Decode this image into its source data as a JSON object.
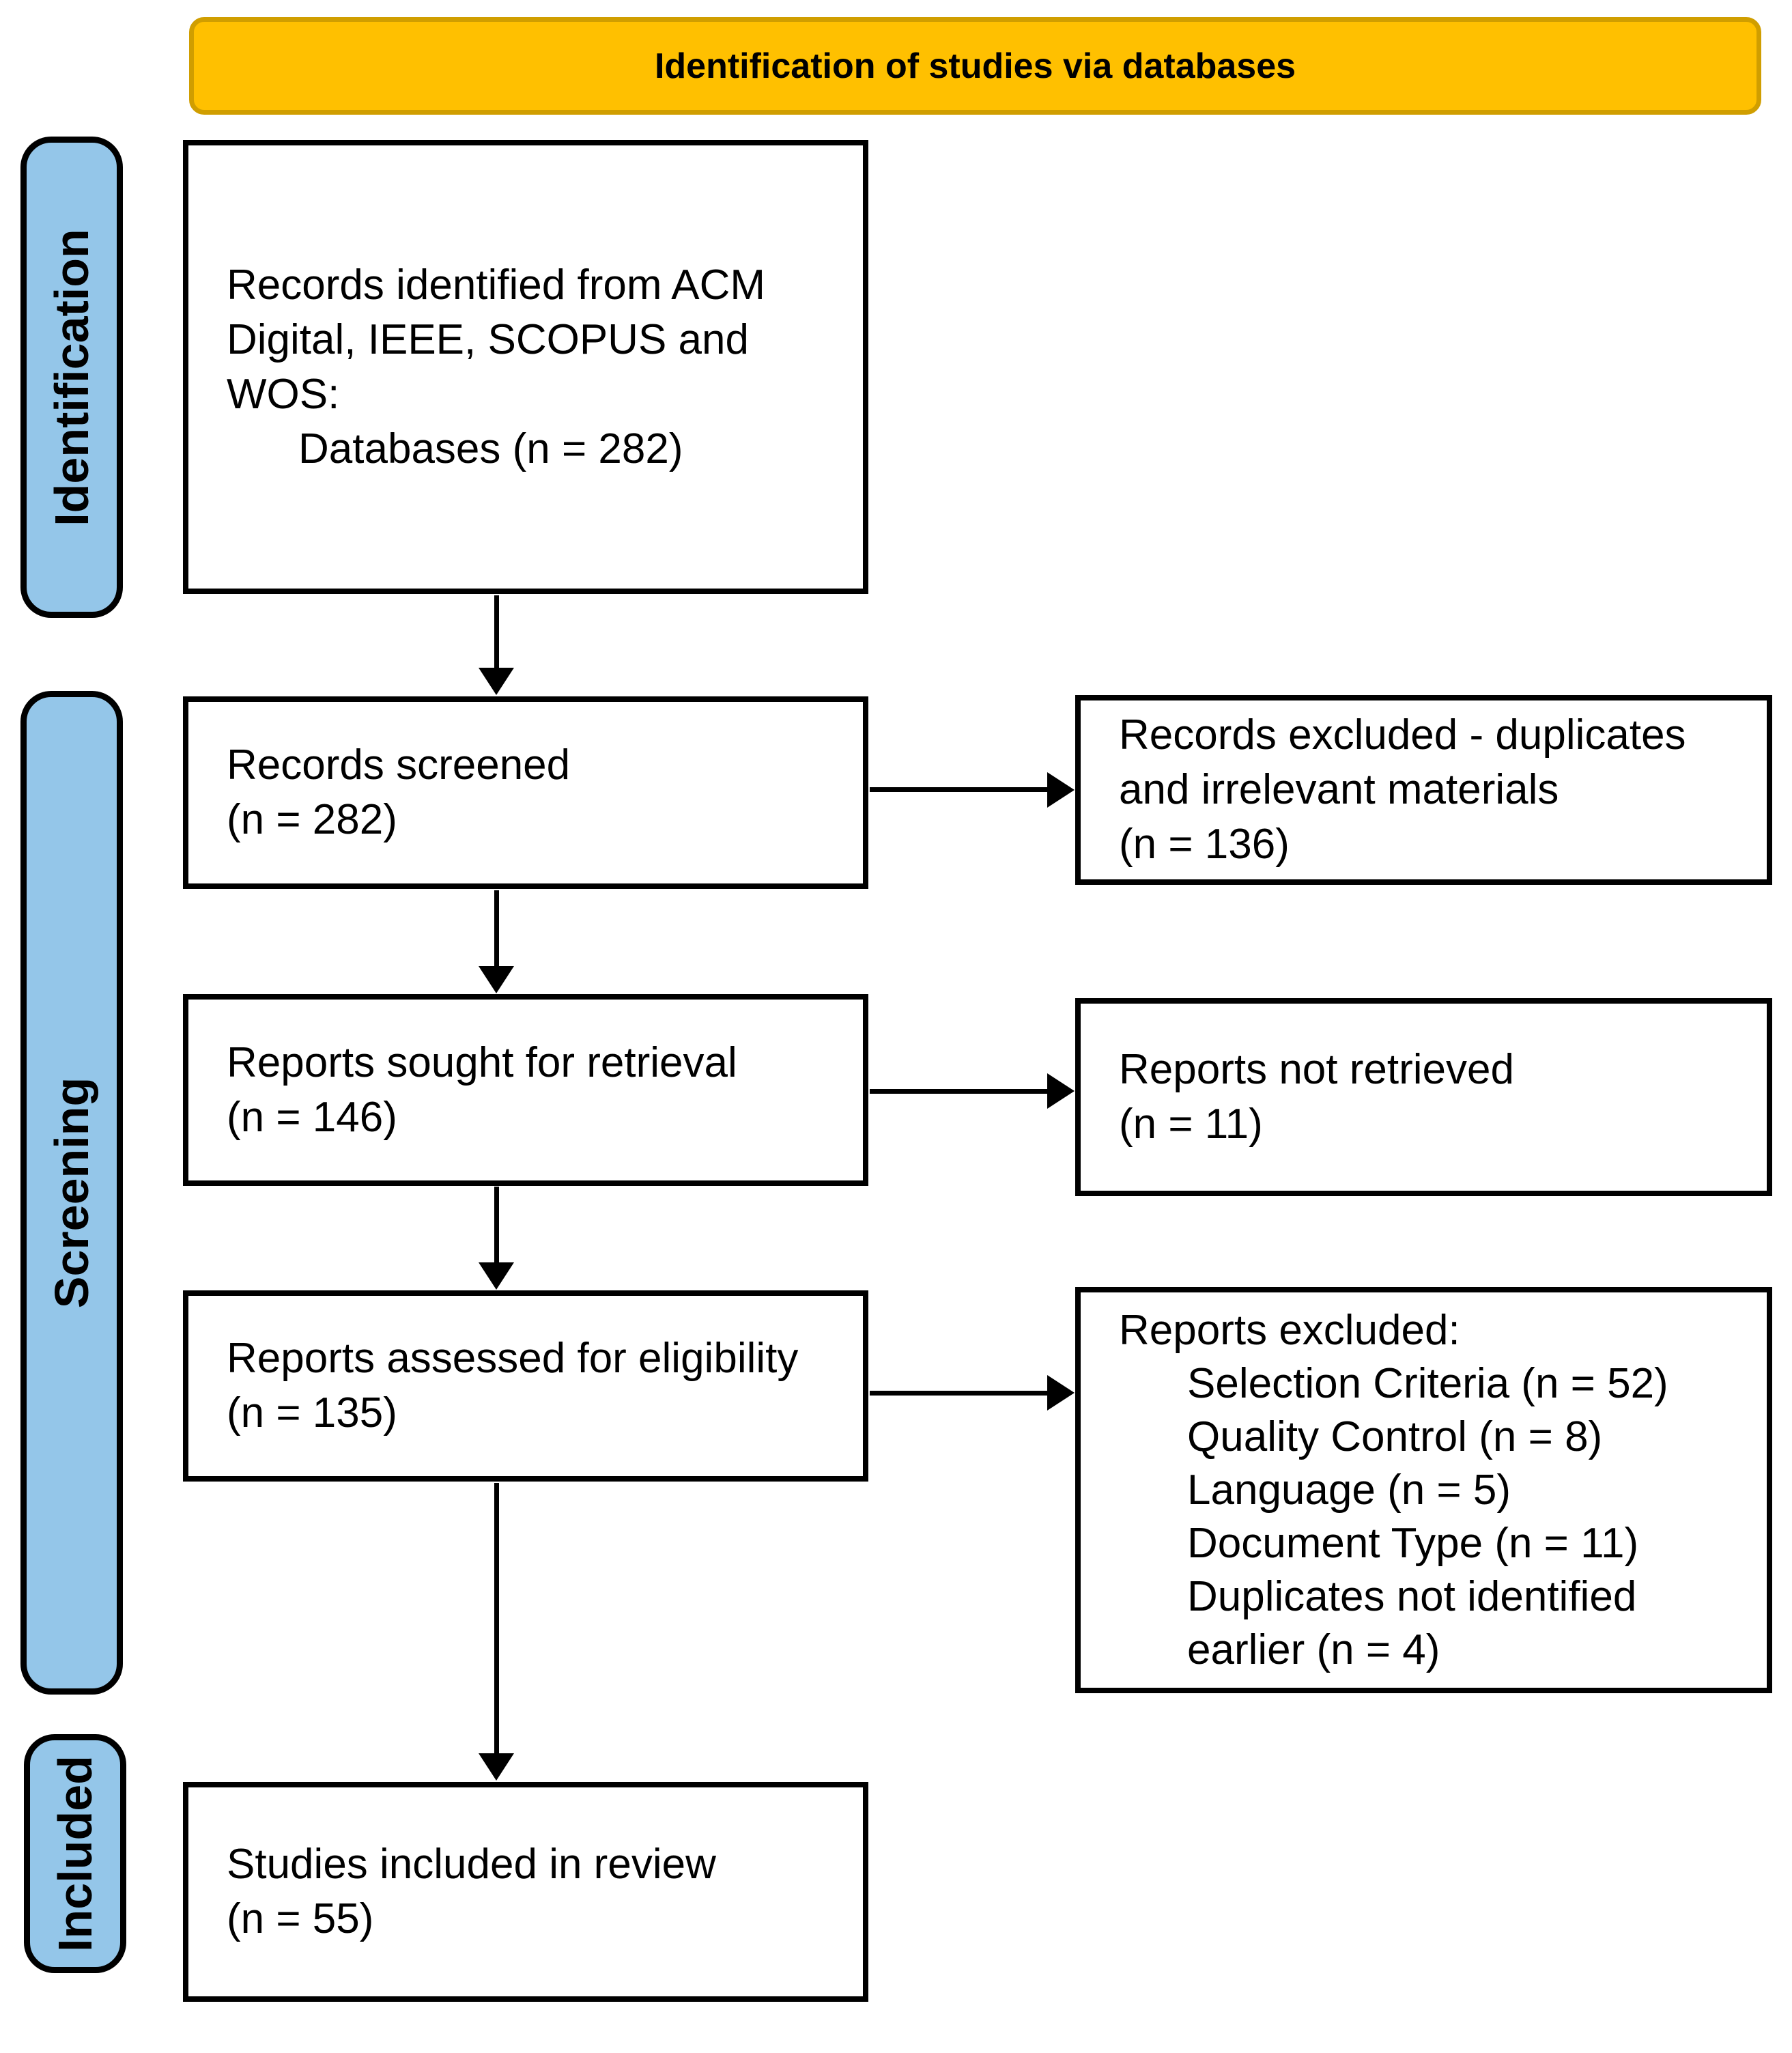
{
  "diagram": {
    "banner": {
      "title": "Identification of studies via databases"
    },
    "stages": {
      "identification": "Identification",
      "screening": "Screening",
      "included": "Included"
    },
    "boxes": {
      "identified": {
        "lines": [
          "Records identified from ACM",
          "Digital, IEEE, SCOPUS and",
          "WOS:"
        ],
        "indented_line": "Databases (n = 282)"
      },
      "screened": {
        "lines": [
          "Records screened",
          "(n = 282)"
        ]
      },
      "excluded_duplicates": {
        "lines": [
          "Records excluded - duplicates",
          "and irrelevant materials",
          "(n = 136)"
        ]
      },
      "sought": {
        "lines": [
          "Reports sought for retrieval",
          "(n = 146)"
        ]
      },
      "not_retrieved": {
        "lines": [
          "Reports not retrieved",
          "(n = 11)"
        ]
      },
      "assessed": {
        "lines": [
          "Reports assessed for eligibility",
          "(n = 135)"
        ]
      },
      "reports_excluded": {
        "title": "Reports excluded:",
        "items": [
          "Selection Criteria (n = 52)",
          "Quality Control (n = 8)",
          "Language (n = 5)",
          "Document Type (n = 11)",
          "Duplicates not identified",
          "earlier (n = 4)"
        ]
      },
      "included_review": {
        "lines": [
          "Studies included in review",
          "(n = 55)"
        ]
      }
    },
    "colors": {
      "banner_fill": "#FFC000",
      "banner_border": "#D09E00",
      "stage_fill": "#94C6E9",
      "box_border": "#000000",
      "arrow": "#000000"
    }
  }
}
